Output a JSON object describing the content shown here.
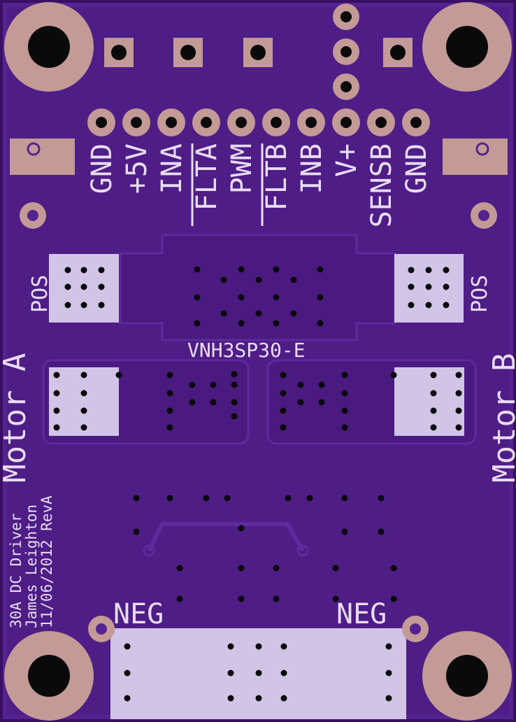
{
  "colors": {
    "board_edge": "#3a0f63",
    "board": "#55238f",
    "pour": "#4a1a80",
    "copper": "#c39a96",
    "silk": "#e9dcf3",
    "drill": "#0a0a0a",
    "pad_white": "#d2c4e6"
  },
  "header_pins": [
    "GND",
    "+5V",
    "INA",
    "FLTA",
    "PWM",
    "FLTB",
    "INB",
    "V+",
    "SENSB",
    "GND"
  ],
  "overlined_pins": [
    "FLTA",
    "FLTB"
  ],
  "labels": {
    "pos_left": "POS",
    "pos_right": "POS",
    "chip": "VNH3SP30-E",
    "motor_a": "Motor A",
    "motor_b": "Motor B",
    "neg_left": "NEG",
    "neg_right": "NEG"
  },
  "credits": [
    "30A DC Driver",
    "James Leighton",
    "11/06/2012 RevA"
  ]
}
